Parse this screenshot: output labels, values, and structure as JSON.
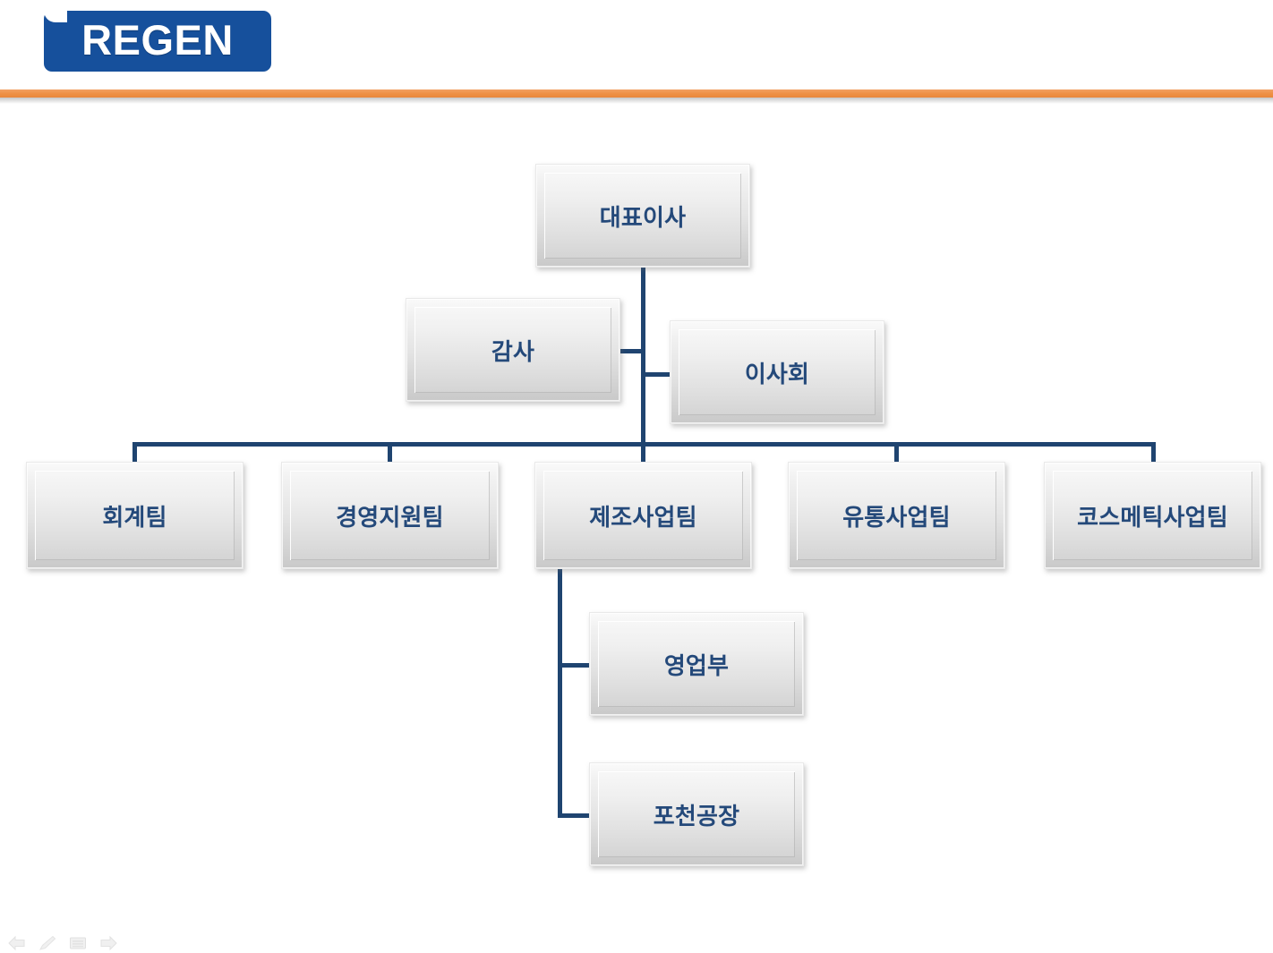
{
  "header": {
    "logo_text": "REGEN",
    "logo_bg_color": "#16509C",
    "rule_color": "#EE8F43"
  },
  "theme": {
    "node_text_color": "#24497A",
    "connector_color": "#1F4470",
    "node_fill_top": "#FAFAFA",
    "node_fill_bottom": "#C9C9C9",
    "page_bg": "#FFFFFF"
  },
  "org_chart": {
    "title": "",
    "nodes": [
      {
        "id": "ceo",
        "label": "대표이사",
        "level": 1
      },
      {
        "id": "auditor",
        "label": "감사",
        "level": 2
      },
      {
        "id": "board",
        "label": "이사회",
        "level": 2
      },
      {
        "id": "accounting",
        "label": "회계팀",
        "level": 3
      },
      {
        "id": "mgmt",
        "label": "경영지원팀",
        "level": 3
      },
      {
        "id": "manufac",
        "label": "제조사업팀",
        "level": 3
      },
      {
        "id": "distrib",
        "label": "유통사업팀",
        "level": 3
      },
      {
        "id": "cosmetic",
        "label": "코스메틱사업팀",
        "level": 3
      },
      {
        "id": "sales",
        "label": "영업부",
        "level": 4
      },
      {
        "id": "factory",
        "label": "포천공장",
        "level": 4
      }
    ],
    "edges": [
      {
        "from": "ceo",
        "to": "auditor"
      },
      {
        "from": "ceo",
        "to": "board"
      },
      {
        "from": "ceo",
        "to": "accounting"
      },
      {
        "from": "ceo",
        "to": "mgmt"
      },
      {
        "from": "ceo",
        "to": "manufac"
      },
      {
        "from": "ceo",
        "to": "distrib"
      },
      {
        "from": "ceo",
        "to": "cosmetic"
      },
      {
        "from": "manufac",
        "to": "sales"
      },
      {
        "from": "manufac",
        "to": "factory"
      }
    ]
  },
  "bottom_nav": {
    "items": [
      {
        "name": "back-arrow-icon",
        "label": "back"
      },
      {
        "name": "pen-icon",
        "label": "pen"
      },
      {
        "name": "notes-icon",
        "label": "notes"
      },
      {
        "name": "forward-arrow-icon",
        "label": "forward"
      }
    ]
  }
}
